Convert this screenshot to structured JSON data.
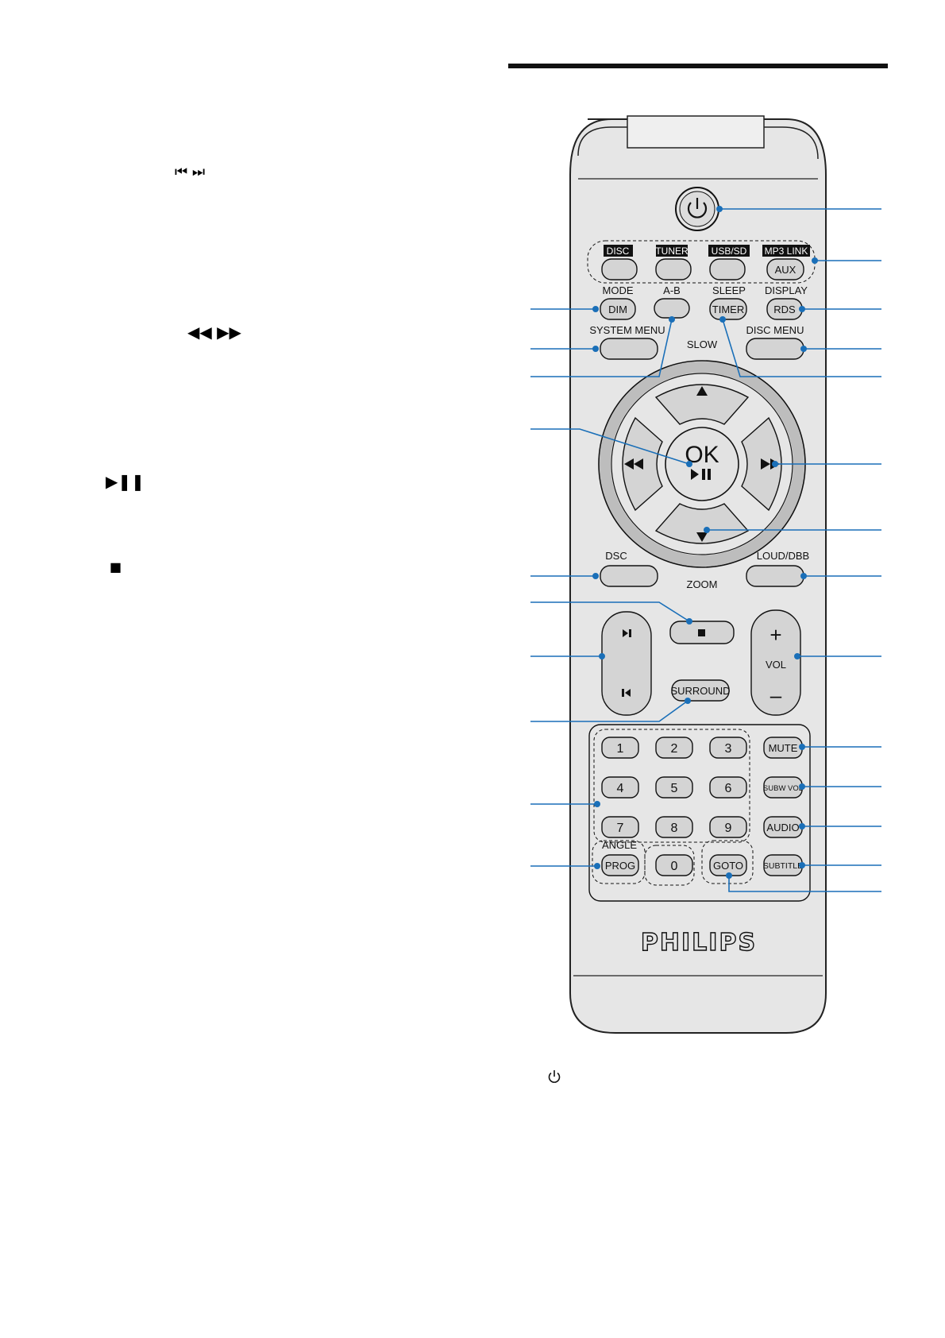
{
  "left_column": {
    "skip_icon": "skip-prev-next-icon",
    "seek_icon": "rewind-fastforward-icon",
    "play_pause_icon": "play-pause-icon",
    "stop_icon": "stop-icon"
  },
  "remote": {
    "source_keys": [
      "DISC",
      "TUNER",
      "USB/SD",
      "MP3 LINK"
    ],
    "aux_label": "AUX",
    "labels_row2": [
      "MODE",
      "A-B",
      "SLEEP",
      "DISPLAY"
    ],
    "buttons_row2": [
      "DIM",
      "",
      "TIMER",
      "RDS"
    ],
    "system_menu": "SYSTEM MENU",
    "disc_menu": "DISC MENU",
    "slow": "SLOW",
    "ok": "OK",
    "dsc": "DSC",
    "loud_dbb": "LOUD/DBB",
    "zoom": "ZOOM",
    "vol": "VOL",
    "vol_plus": "+",
    "vol_minus": "–",
    "surround": "SURROUND",
    "numbers": [
      "1",
      "2",
      "3",
      "4",
      "5",
      "6",
      "7",
      "8",
      "9",
      "0"
    ],
    "angle": "ANGLE",
    "prog": "PROG",
    "goto": "GOTO",
    "mute": "MUTE",
    "subw_vol": "SUBW VOL",
    "audio": "AUDIO",
    "subtitle": "SUBTITLE",
    "brand": "PHILIPS",
    "accent_color": "#1a6fb8"
  },
  "bottom": {
    "power_icon": "power-icon"
  }
}
